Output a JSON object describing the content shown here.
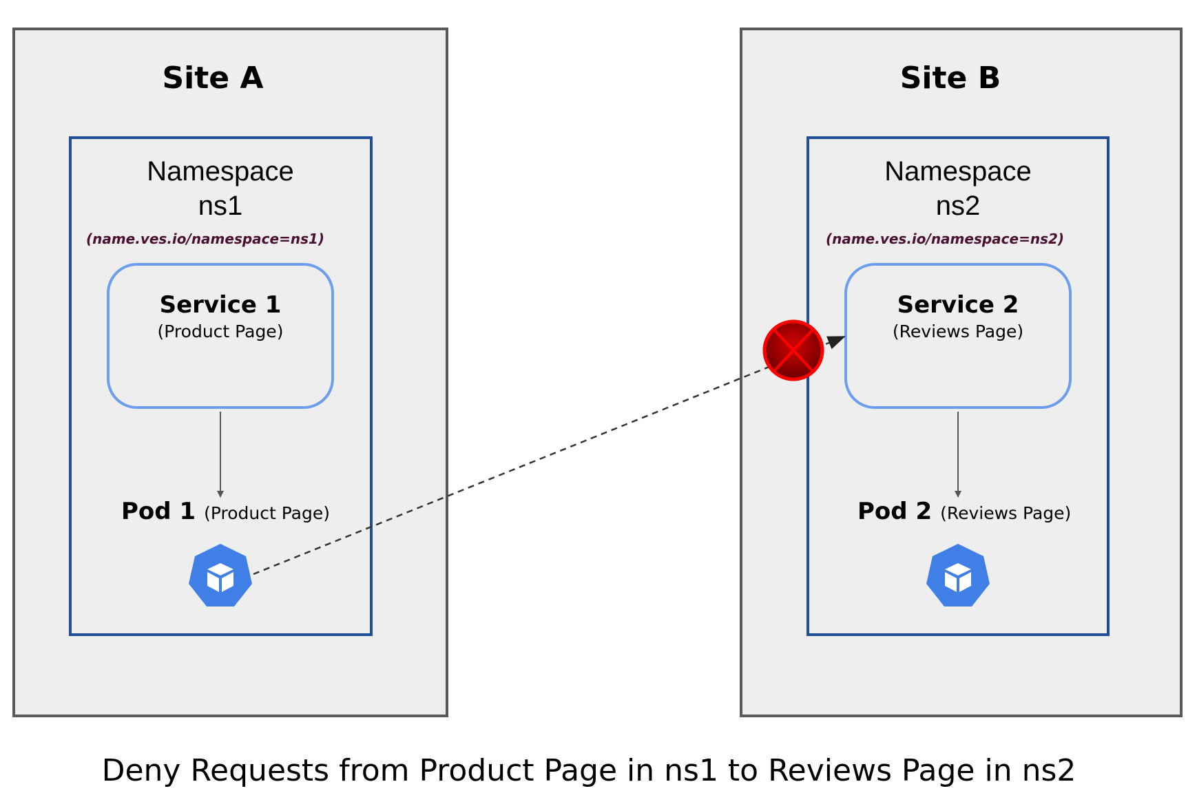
{
  "sites": [
    {
      "title": "Site A",
      "namespace_label": "Namespace",
      "namespace": "ns1",
      "selector": "(name.ves.io/namespace=ns1)",
      "service": {
        "name": "Service 1",
        "desc": "(Product Page)"
      },
      "pod": {
        "name": "Pod 1",
        "desc": "(Product Page)",
        "icon": "kubernetes-pod-icon"
      }
    },
    {
      "title": "Site B",
      "namespace_label": "Namespace",
      "namespace": "ns2",
      "selector": "(name.ves.io/namespace=ns2)",
      "service": {
        "name": "Service 2",
        "desc": "(Reviews Page)"
      },
      "pod": {
        "name": "Pod 2",
        "desc": "(Reviews Page)",
        "icon": "kubernetes-pod-icon"
      }
    }
  ],
  "blocked_icon": "deny-x-icon",
  "caption": "Deny Requests from Product Page in ns1 to Reviews Page in ns2",
  "colors": {
    "site_bg": "#eeeeee",
    "site_border": "#595959",
    "namespace_border": "#1f4e96",
    "service_border": "#6d9eeb",
    "pod": "#3f7fe6",
    "deny": "#e00000",
    "selector_text": "#4a1032"
  }
}
